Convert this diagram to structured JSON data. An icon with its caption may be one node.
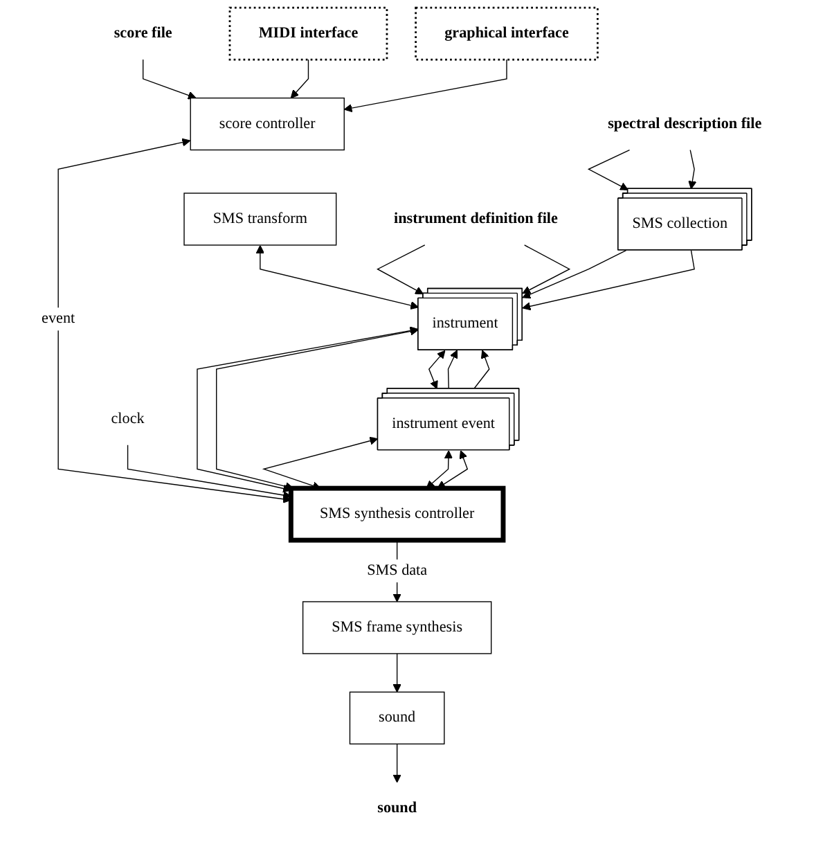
{
  "diagram": {
    "nodes": [
      {
        "text": [
          "spectral description file"
        ]
      },
      {
        "text": [
          "SMS collection"
        ]
      },
      {
        "text": [
          "score file"
        ]
      },
      {
        "text": [
          "MIDI interface"
        ]
      },
      {
        "text": [
          "graphical interface"
        ]
      },
      {
        "text": [
          "instrument definition file"
        ]
      },
      {
        "text": [
          "score controller"
        ]
      },
      {
        "text": [
          "SMS transform"
        ]
      },
      {
        "text": [
          "instrument"
        ]
      },
      {
        "text": [
          "SMS synthesis controller"
        ]
      },
      {
        "text": [
          "clock"
        ]
      },
      {
        "text": [
          "instrument event"
        ]
      },
      {
        "text": [
          "SMS frame synthesis"
        ]
      },
      {
        "text": [
          "sound"
        ]
      },
      {
        "text": [
          "sound"
        ]
      }
    ],
    "edges": [
      {
        "from": 0,
        "to": 1,
        "arrow": "to"
      },
      {
        "from": 0,
        "to": 1,
        "arrow": "to"
      },
      {
        "from": 2,
        "to": 6,
        "arrow": "to"
      },
      {
        "from": 3,
        "to": 6,
        "arrow": "to"
      },
      {
        "from": 4,
        "to": 6,
        "arrow": "to"
      },
      {
        "from": 1,
        "to": 8,
        "arrow": "to"
      },
      {
        "from": 1,
        "to": 8,
        "arrow": "to"
      },
      {
        "from": 5,
        "to": 8,
        "arrow": "to"
      },
      {
        "from": 5,
        "to": 8,
        "arrow": "to"
      },
      {
        "from": 6,
        "to": 9,
        "arrow": "both",
        "label": "event"
      },
      {
        "from": 7,
        "to": 8,
        "arrow": "both"
      },
      {
        "from": 8,
        "to": 9,
        "arrow": "both"
      },
      {
        "from": 8,
        "to": 9,
        "arrow": "both"
      },
      {
        "from": 8,
        "to": 11,
        "arrow": "both"
      },
      {
        "from": 11,
        "to": 8,
        "arrow": "to"
      },
      {
        "from": 11,
        "to": 8,
        "arrow": "to"
      },
      {
        "from": 11,
        "to": 9,
        "arrow": "both"
      },
      {
        "from": 11,
        "to": 9,
        "arrow": "both"
      },
      {
        "from": 11,
        "to": 9,
        "arrow": "both"
      },
      {
        "from": 10,
        "to": 9,
        "arrow": "to"
      },
      {
        "from": 9,
        "to": 12,
        "arrow": "to",
        "label": "SMS data"
      },
      {
        "from": 12,
        "to": 13,
        "arrow": "to"
      },
      {
        "from": 13,
        "to": 14,
        "arrow": "to"
      }
    ]
  }
}
